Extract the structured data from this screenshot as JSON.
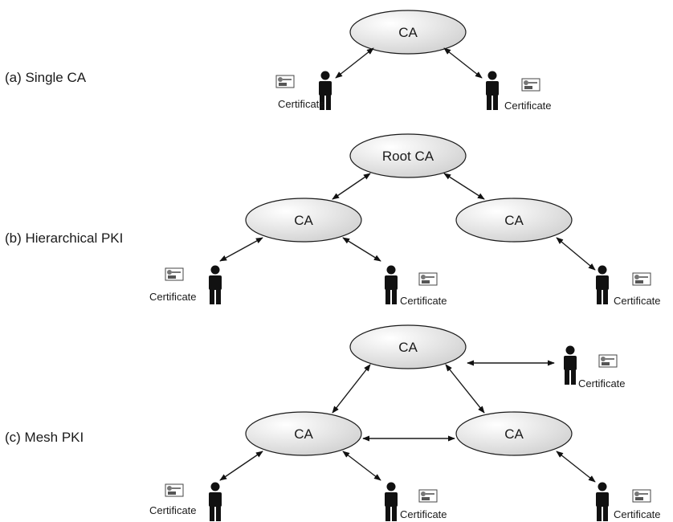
{
  "sections": {
    "single": {
      "label": "(a) Single CA",
      "nodes": {
        "ca": "CA"
      },
      "users": [
        "Certificate",
        "Certificate"
      ]
    },
    "hierarchical": {
      "label": "(b) Hierarchical PKI",
      "nodes": {
        "root": "Root CA",
        "left_ca": "CA",
        "right_ca": "CA"
      },
      "users": [
        "Certificate",
        "Certificate",
        "Certificate"
      ]
    },
    "mesh": {
      "label": "(c) Mesh PKI",
      "nodes": {
        "top_ca": "CA",
        "left_ca": "CA",
        "right_ca": "CA"
      },
      "users": [
        "Certificate",
        "Certificate",
        "Certificate",
        "Certificate"
      ]
    }
  },
  "icons": {
    "user": "person-icon",
    "certificate": "certificate-icon"
  },
  "colors": {
    "ellipse_light": "#ffffff",
    "ellipse_dark": "#d9d9d9",
    "ink": "#111111"
  }
}
